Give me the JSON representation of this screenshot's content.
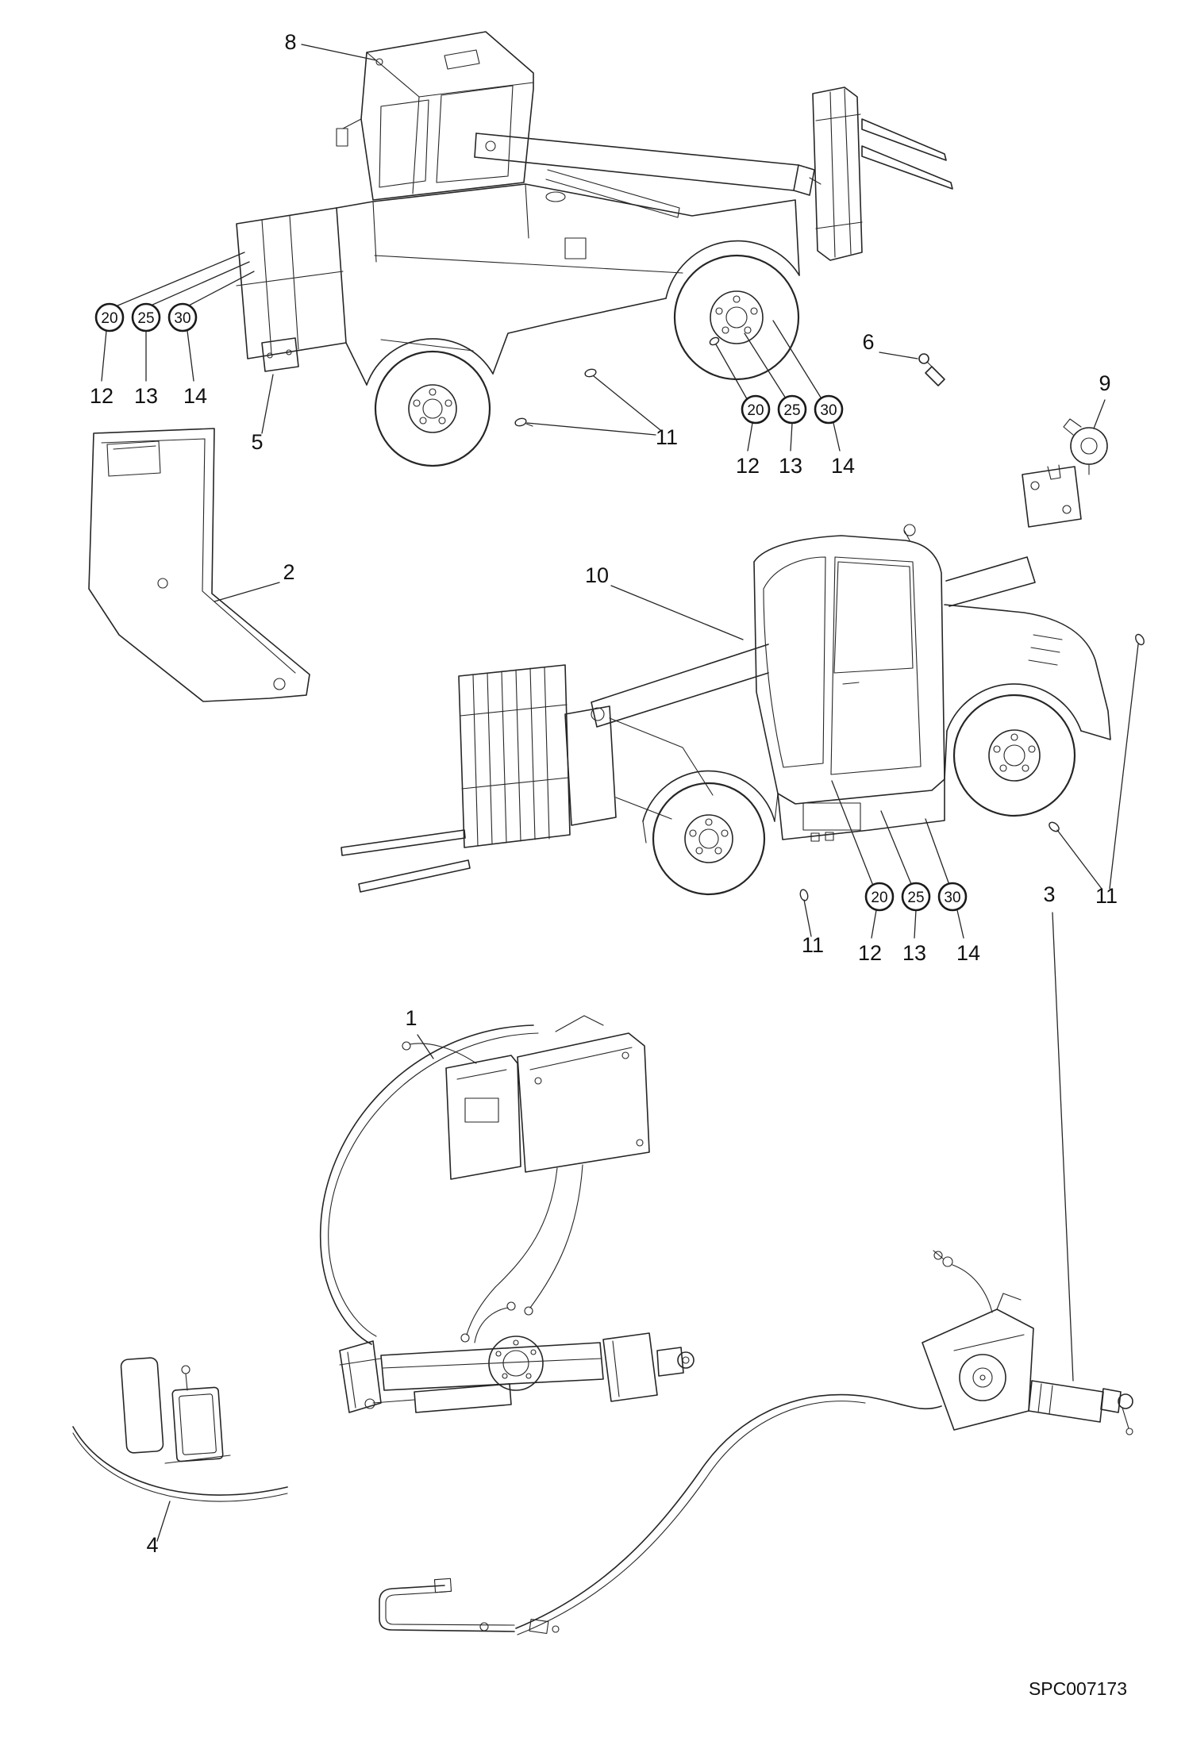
{
  "drawing": {
    "code": "SPC007173",
    "labels": {
      "n1": "1",
      "n2": "2",
      "n3": "3",
      "n4": "4",
      "n5": "5",
      "n6": "6",
      "n8": "8",
      "n9": "9",
      "n10": "10",
      "n11": "11",
      "n12": "12",
      "n13": "13",
      "n14": "14"
    },
    "circled": {
      "n20": "20",
      "n25": "25",
      "n30": "30"
    }
  }
}
